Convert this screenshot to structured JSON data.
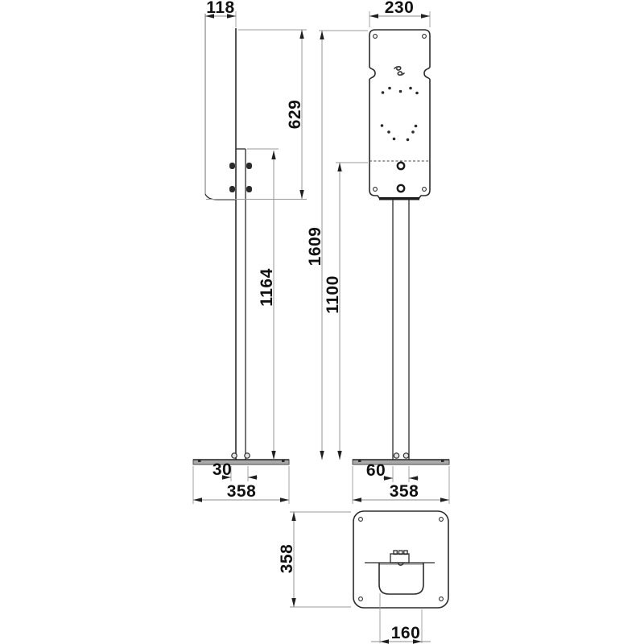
{
  "drawing": {
    "kind": "dimensioned technical drawing, three orthographic views of a floor stand with mounting plate and square base"
  },
  "colors": {
    "background": "#ffffff",
    "main_line": "#2b2b2b",
    "dimension_line": "#8c8c8c",
    "extension_line": "#9a9a9a",
    "text": "#111111",
    "base_fill": "#a9a9a9"
  },
  "dimensions": {
    "side_depth_top": "118",
    "side_plate_height": "629",
    "side_column_height": "1164",
    "side_column_depth": "30",
    "side_base_depth": "358",
    "front_plate_width": "230",
    "front_total_height": "1609",
    "front_column_height": "1100",
    "front_column_width": "60",
    "front_base_width": "358",
    "top_base_side": "358",
    "top_cutout_width": "160"
  }
}
